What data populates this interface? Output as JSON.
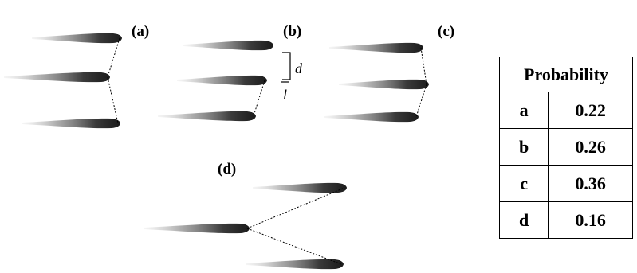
{
  "panels": [
    {
      "id": "a",
      "label": "(a)"
    },
    {
      "id": "b",
      "label": "(b)"
    },
    {
      "id": "c",
      "label": "(c)"
    },
    {
      "id": "d",
      "label": "(d)"
    }
  ],
  "dimension_labels": {
    "distance": "d",
    "length": "l"
  },
  "table": {
    "header": "Probability",
    "rows": [
      {
        "key": "a",
        "value": "0.22"
      },
      {
        "key": "b",
        "value": "0.26"
      },
      {
        "key": "c",
        "value": "0.36"
      },
      {
        "key": "d",
        "value": "0.16"
      }
    ]
  },
  "colors": {
    "fish": "#222222",
    "lines": "#000000",
    "background": "#ffffff"
  }
}
